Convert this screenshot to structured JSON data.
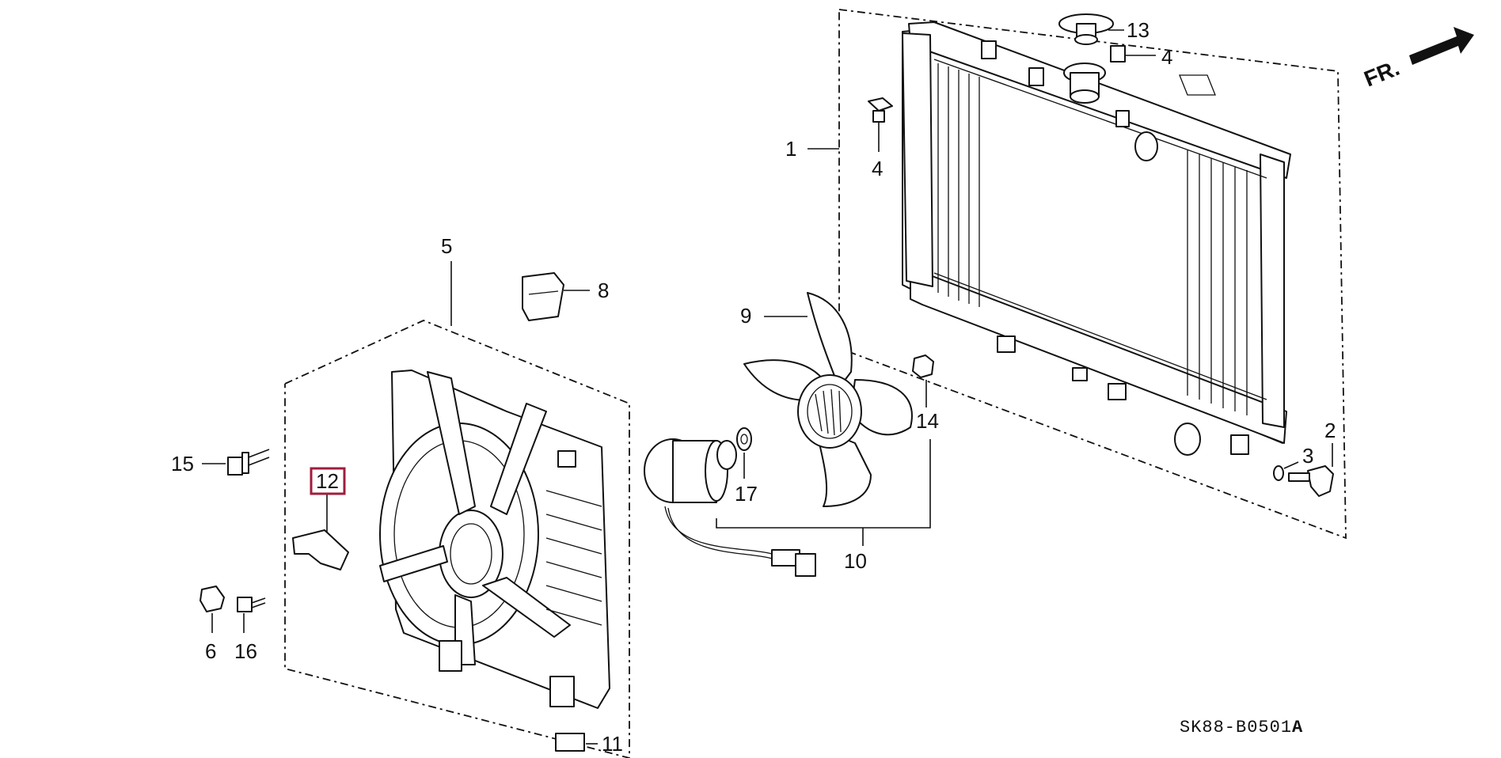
{
  "diagram": {
    "direction_label": "FR.",
    "code": "SK88-B0501",
    "code_suffix": "A",
    "callouts": {
      "c1": "1",
      "c2": "2",
      "c3": "3",
      "c4a": "4",
      "c4b": "4",
      "c5": "5",
      "c6": "6",
      "c8": "8",
      "c9": "9",
      "c10": "10",
      "c11": "11",
      "c12": "12",
      "c13": "13",
      "c14": "14",
      "c15": "15",
      "c16": "16",
      "c17": "17"
    },
    "highlight_color": "#a01d3c"
  }
}
